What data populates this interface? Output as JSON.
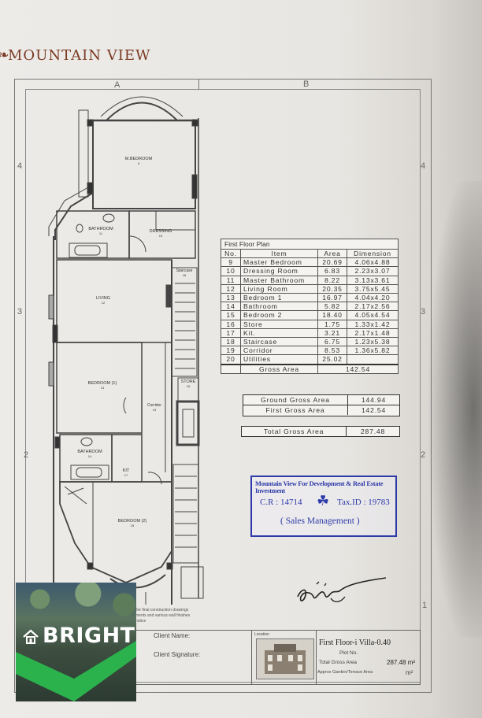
{
  "header": {
    "brand": "MOUNTAIN VIEW"
  },
  "grid": {
    "col_a": "A",
    "col_b": "B",
    "row_4": "4",
    "row_3": "3",
    "row_2": "2",
    "row_1": "1"
  },
  "rooms": {
    "m_bedroom": "M.BEDROOM",
    "m_bedroom_no": "9",
    "bathroom_top": "BATHROOM",
    "bathroom_top_no": "11",
    "dressing": "DRESSING",
    "dressing_no": "10",
    "staircase": "Staircase",
    "staircase_no": "18",
    "living": "LIVING",
    "living_no": "12",
    "bedroom1": "BEDROOM (1)",
    "bedroom1_no": "13",
    "store": "STORE",
    "store_no": "16",
    "corridor": "Corridor",
    "corridor_no": "19",
    "bathroom_bottom": "BATHROOM",
    "bathroom_bottom_no": "14",
    "kit": "KIT",
    "kit_no": "17",
    "bedroom2": "BEDROOM (2)",
    "bedroom2_no": "15"
  },
  "area_table": {
    "title": "First Floor Plan",
    "headers": [
      "No.",
      "Item",
      "Area",
      "Dimension"
    ],
    "rows": [
      [
        "9",
        "Master Bedroom",
        "20.69",
        "4.06x4.88"
      ],
      [
        "10",
        "Dressing Room",
        "6.83",
        "2.23x3.07"
      ],
      [
        "11",
        "Master Bathroom",
        "8.22",
        "3.13x3.61"
      ],
      [
        "12",
        "Living Room",
        "20.35",
        "3.75x5.45"
      ],
      [
        "13",
        "Bedroom 1",
        "16.97",
        "4.04x4.20"
      ],
      [
        "14",
        "Bathroom",
        "5.82",
        "2.17x2.56"
      ],
      [
        "15",
        "Bedroom 2",
        "18.40",
        "4.05x4.54"
      ],
      [
        "16",
        "Store",
        "1.75",
        "1.33x1.42"
      ],
      [
        "17",
        "Kit.",
        "3.21",
        "2.17x1.48"
      ],
      [
        "18",
        "Staircase",
        "6.75",
        "1.23x5.38"
      ],
      [
        "19",
        "Corridor",
        "8.53",
        "1.36x5.82"
      ],
      [
        "20",
        "Utilities",
        "25.02",
        ""
      ]
    ],
    "gross_label": "Gross Area",
    "gross_value": "142.54"
  },
  "summary": {
    "ground_label": "Ground Gross Area",
    "ground_value": "144.94",
    "first_label": "First Gross Area",
    "first_value": "142.54",
    "total_label": "Total Gross Area",
    "total_value": "287.48"
  },
  "stamp": {
    "line1": "Mountain View For Development & Real Estate Investment",
    "cr": "C.R : 14714",
    "tax": "Tax.ID : 19783",
    "dept": "( Sales Management )"
  },
  "title_block": {
    "client_name": "Client Name:",
    "client_signature": "Client Signature:",
    "location": "Location",
    "sheet_title": "First Floor-i Villa-0.40",
    "plot_no": "Plot No.",
    "total_gross_area": "Total Gross Area",
    "total_gross_value": "287.48 m²",
    "garden": "Approx Garden/Terrace Area",
    "garden_unit": "m²"
  },
  "notes": {
    "line1": "the final construction drawings",
    "line2": "ments and various wall finishes",
    "line3": "notice"
  },
  "watermark": {
    "brand": "BRIGHT"
  },
  "colors": {
    "brand": "#7b3a23",
    "stamp": "#2d3aa8",
    "logo_green": "#2bb24c"
  }
}
